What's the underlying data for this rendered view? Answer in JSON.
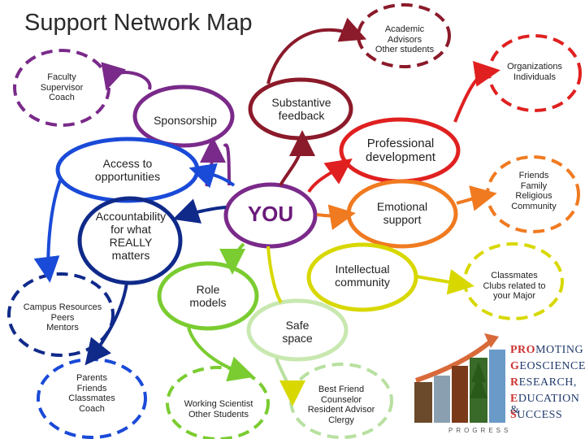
{
  "title": "Support Network Map",
  "center": "YOU",
  "nodes": {
    "academic": "Academic\nAdvisors\nOther students",
    "organizations": "Organizations\nIndividuals",
    "faculty": "Faculty\nSupervisor\nCoach",
    "substantive": "Substantive\nfeedback",
    "sponsorship": "Sponsorship",
    "professional": "Professional\ndevelopment",
    "access": "Access to\nopportunities",
    "friends_family": "Friends\nFamily\nReligious\nCommunity",
    "emotional": "Emotional\nsupport",
    "accountability": "Accountability\nfor what\nREALLY\nmatters",
    "intellectual": "Intellectual\ncommunity",
    "classmates_clubs": "Classmates\nClubs related to\nyour Major",
    "campus": "Campus Resources\nPeers\nMentors",
    "role_models": "Role\nmodels",
    "safe_space": "Safe\nspace",
    "parents": "Parents\nFriends\nClassmates\nCoach",
    "working_scientist": "Working Scientist\nOther Students",
    "best_friend": "Best Friend\nCounselor\nResident Advisor\nClergy"
  },
  "logo": {
    "lines": [
      {
        "cap": "PRO",
        "rest": "MOTING"
      },
      {
        "cap": "G",
        "rest": "EOSCIENCE"
      },
      {
        "cap": "R",
        "rest": "ESEARCH,"
      },
      {
        "cap": "E",
        "rest": "DUCATION &"
      },
      {
        "cap": "S",
        "rest": "UCCESS"
      }
    ],
    "tag": "PROGRESS"
  },
  "colors": {
    "purple": "#7a2a8a",
    "maroon": "#8b1a2a",
    "red": "#e02020",
    "orange": "#f07a20",
    "yellow": "#d8d800",
    "green": "#7acc30",
    "lightgreen": "#b8e0a0",
    "blue": "#1a4ad8",
    "navy": "#102a8a"
  }
}
